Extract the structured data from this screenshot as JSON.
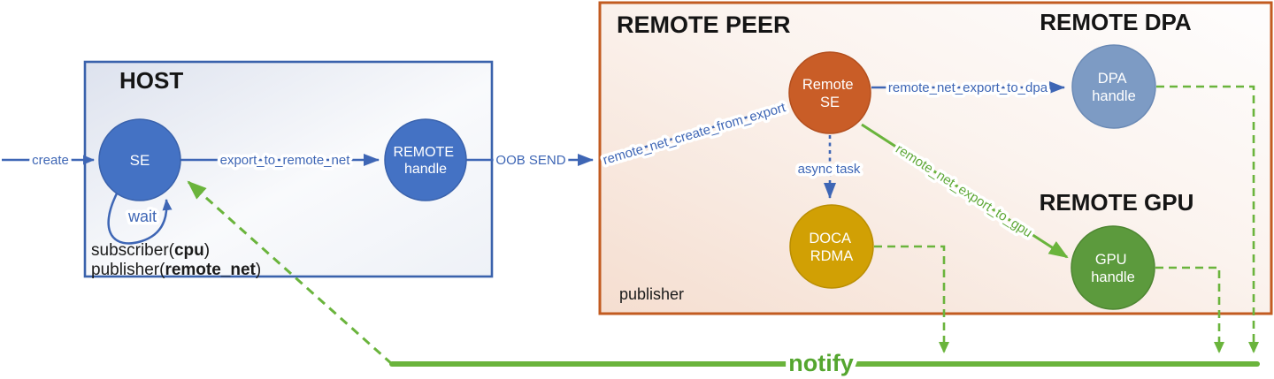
{
  "host": {
    "title": "HOST",
    "se_label": "SE",
    "remote_handle_line1": "REMOTE",
    "remote_handle_line2": "handle",
    "wait_label": "wait",
    "subscriber_prefix": "subscriber(",
    "subscriber_bold": "cpu",
    "subscriber_suffix": ")",
    "publisher_prefix": "publisher(",
    "publisher_bold": "remote_net",
    "publisher_suffix": ")"
  },
  "remote_peer": {
    "title": "REMOTE PEER",
    "remote_se_line1": "Remote",
    "remote_se_line2": "SE",
    "doca_line1": "DOCA",
    "doca_line2": "RDMA",
    "publisher_label": "publisher"
  },
  "remote_dpa": {
    "title": "REMOTE DPA",
    "dpa_line1": "DPA",
    "dpa_line2": "handle"
  },
  "remote_gpu": {
    "title": "REMOTE GPU",
    "gpu_line1": "GPU",
    "gpu_line2": "handle"
  },
  "edges": {
    "create": "create",
    "export_to_remote_net": "export_to_remote_net",
    "oob_send": "OOB SEND",
    "remote_net_create_from_export": "remote_net_create_from_export",
    "remote_net_export_to_dpa": "remote_net_export_to_dpa",
    "remote_net_export_to_gpu": "remote_net_export_to_gpu",
    "async_task": "async task",
    "notify": "notify"
  },
  "colors": {
    "host_node_blue": "#4472C4",
    "host_border_blue": "#3A62AC",
    "peer_border_orange": "#C25B20",
    "remote_se_orange": "#C95D27",
    "doca_gold": "#D1A004",
    "dpa_steel_blue": "#7D9BC4",
    "gpu_green": "#5C9A3D",
    "signal_green": "#6AB43C",
    "label_blue": "#3E66B5"
  }
}
